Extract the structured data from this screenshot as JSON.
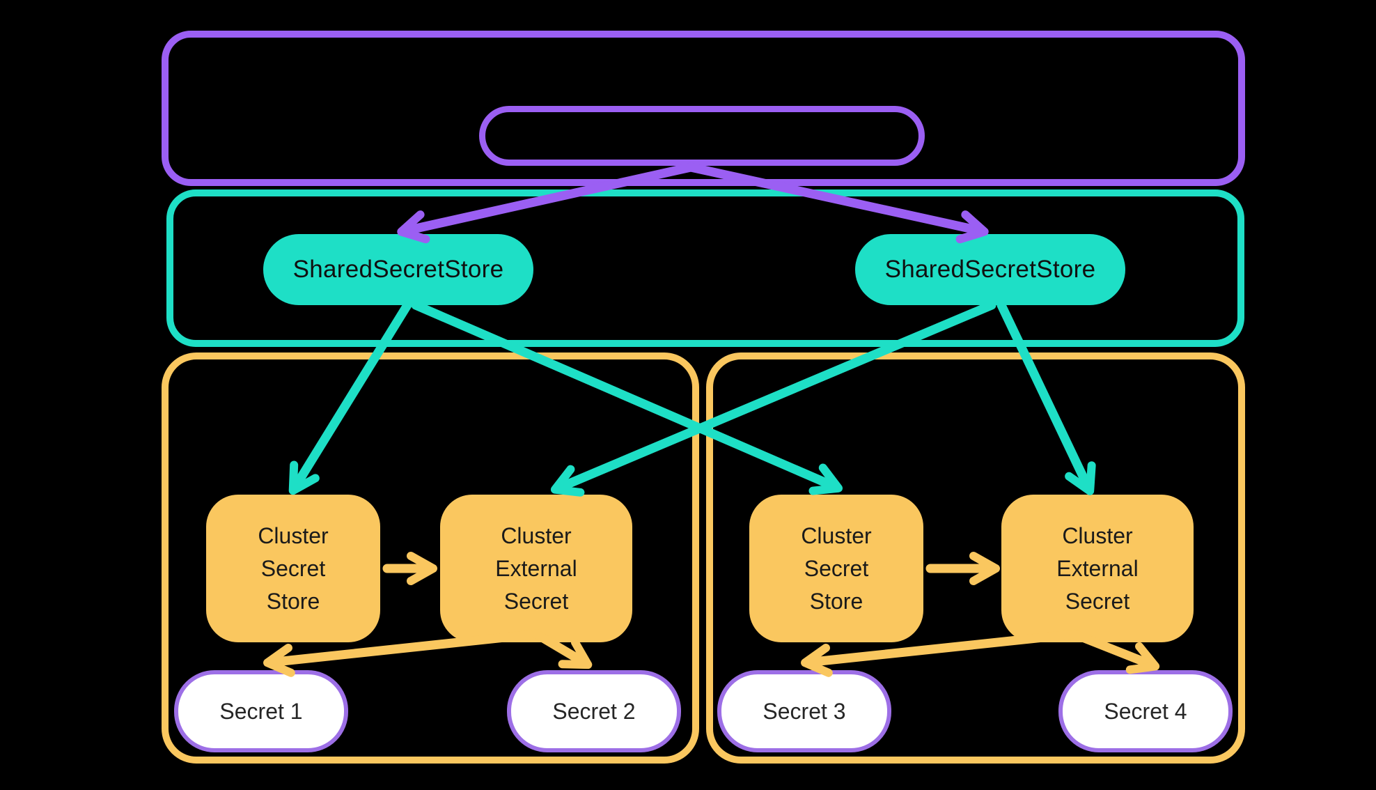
{
  "colors": {
    "background": "#000000",
    "purple": "#9B5FF3",
    "teal": "#1EDFC6",
    "yellow": "#FAC75F",
    "secret_border": "#9D6FE6",
    "secret_fill": "#FFFFFF",
    "text": "#141414"
  },
  "nodes": {
    "shared_secret_store_left": "SharedSecretStore",
    "shared_secret_store_right": "SharedSecretStore",
    "cluster_secret_store": [
      "Cluster",
      "Secret",
      "Store"
    ],
    "cluster_external_secret": [
      "Cluster",
      "External",
      "Secret"
    ],
    "secrets": [
      "Secret 1",
      "Secret 2",
      "Secret 3",
      "Secret 4"
    ]
  }
}
